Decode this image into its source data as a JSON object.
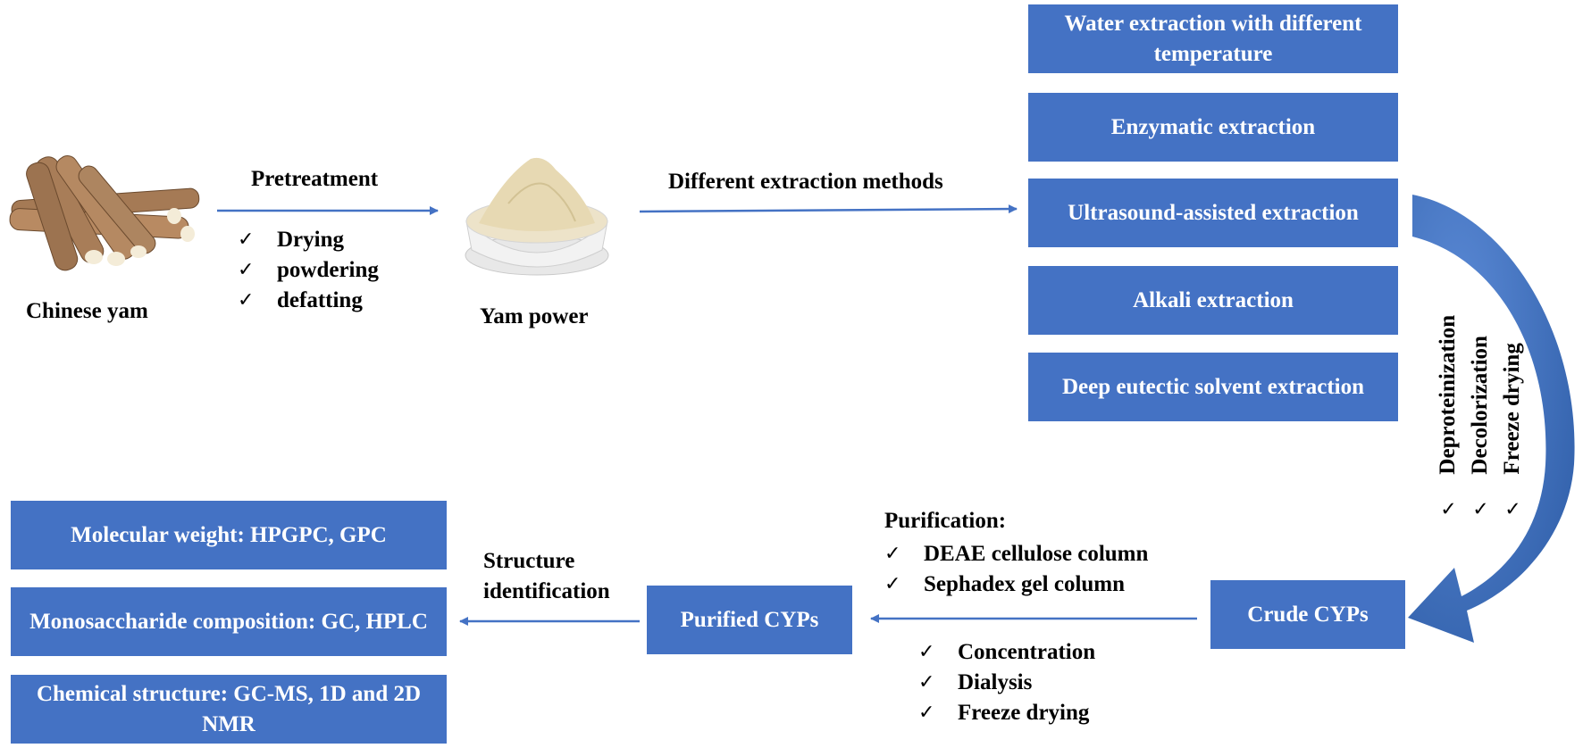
{
  "nodes": {
    "chinese_yam": "Chinese yam",
    "yam_power": "Yam power",
    "crude": "Crude CYPs",
    "purified": "Purified CYPs"
  },
  "edges": {
    "pretreatment": "Pretreatment",
    "extraction_methods": "Different extraction methods",
    "purification": "Purification:",
    "structure_line1": "Structure",
    "structure_line2": "identification"
  },
  "pretreatment_steps": [
    "Drying",
    "powdering",
    "defatting"
  ],
  "extraction_methods": [
    "Water extraction with different temperature",
    "Enzymatic extraction",
    "Ultrasound-assisted extraction",
    "Alkali extraction",
    "Deep eutectic solvent extraction"
  ],
  "post_extraction_steps": [
    "Deproteinization",
    "Decolorization",
    "Freeze drying"
  ],
  "purification_steps": [
    "DEAE cellulose column",
    "Sephadex  gel column"
  ],
  "pre_purification_steps": [
    "Concentration",
    "Dialysis",
    "Freeze drying"
  ],
  "structure_results": [
    "Molecular weight: HPGPC, GPC",
    "Monosaccharide composition: GC, HPLC",
    "Chemical structure: GC-MS, 1D and 2D NMR"
  ],
  "check_mark": "✓",
  "colors": {
    "box": "#4472c4",
    "arrow": "#4472c4",
    "curve": "#3f6fc4"
  },
  "icons": [
    "yam-roots-image",
    "yam-powder-bowl-image"
  ]
}
